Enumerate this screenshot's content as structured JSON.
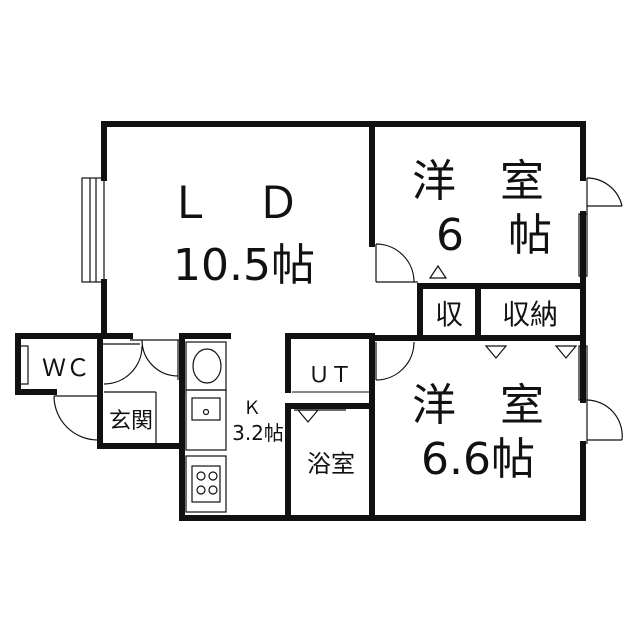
{
  "rooms": {
    "ld": {
      "name": "Ｌ　Ｄ",
      "size": "10.5帖"
    },
    "western_room_1": {
      "name": "洋　室",
      "size": "6　帖"
    },
    "western_room_2": {
      "name": "洋　室",
      "size": "6.6帖"
    },
    "closet_small": "収",
    "closet_large": "収納",
    "toilet": "ＷＣ",
    "utility": "ＵＴ",
    "kitchen": {
      "name": "Ｋ",
      "size": "3.2帖"
    },
    "entrance": "玄関",
    "bathroom": "浴室"
  }
}
